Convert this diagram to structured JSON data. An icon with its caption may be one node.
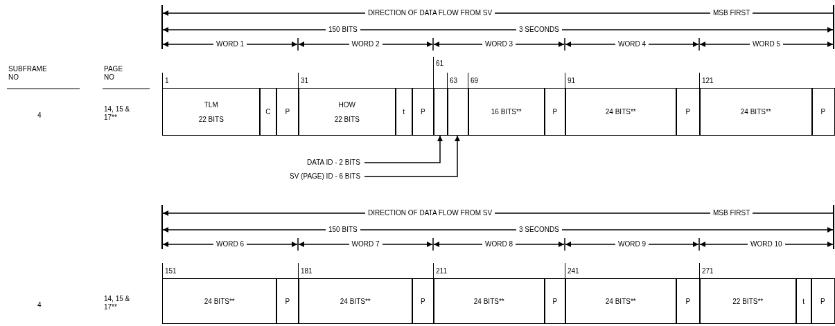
{
  "diagram": {
    "nodes": [
      {
        "text": [
          "TLM",
          "22 BITS"
        ],
        "beside": [
          "1"
        ]
      },
      {
        "text": [
          "C"
        ]
      },
      {
        "text": [
          "P"
        ]
      },
      {
        "text": [
          "HOW",
          "22 BITS"
        ],
        "beside": [
          "31"
        ]
      },
      {
        "text": [
          "t"
        ]
      },
      {
        "text": [
          "P"
        ]
      },
      {
        "text": [],
        "shape": "box",
        "beside": [
          "61"
        ]
      },
      {
        "text": [],
        "shape": "box",
        "beside": [
          "63"
        ]
      },
      {
        "text": [
          "16 BITS**"
        ],
        "beside": [
          "69"
        ]
      },
      {
        "text": [
          "P"
        ]
      },
      {
        "text": [
          "24 BITS**"
        ],
        "beside": [
          "91"
        ]
      },
      {
        "text": [
          "P"
        ]
      },
      {
        "text": [
          "24 BITS**"
        ],
        "beside": [
          "121"
        ]
      },
      {
        "text": [
          "P"
        ]
      },
      {
        "text": [
          "DATA ID - 2 BITS"
        ]
      },
      {
        "text": [
          "SV (PAGE) ID - 6 BITS"
        ]
      },
      {
        "text": [
          "24 BITS**"
        ],
        "beside": [
          "151"
        ]
      },
      {
        "text": [
          "P"
        ]
      },
      {
        "text": [
          "24 BITS**"
        ],
        "beside": [
          "181"
        ]
      },
      {
        "text": [
          "P"
        ]
      },
      {
        "text": [
          "24 BITS**"
        ],
        "beside": [
          "211"
        ]
      },
      {
        "text": [
          "P"
        ]
      },
      {
        "text": [
          "24 BITS**"
        ],
        "beside": [
          "241"
        ]
      },
      {
        "text": [
          "P"
        ]
      },
      {
        "text": [
          "22 BITS**"
        ],
        "beside": [
          "271"
        ]
      },
      {
        "text": [
          "t"
        ]
      },
      {
        "text": [
          "P"
        ]
      }
    ],
    "edges": [
      {
        "from": 14,
        "to": 6,
        "arrow": "to"
      },
      {
        "from": 15,
        "to": 7,
        "arrow": "to"
      }
    ],
    "labels": [
      "DIRECTION OF DATA FLOW FROM SV",
      "MSB FIRST",
      "150 BITS",
      "3 SECONDS",
      "WORD 1",
      "WORD 2",
      "WORD 3",
      "WORD 4",
      "WORD 5",
      "SUBFRAME NO",
      "PAGE NO",
      "4",
      "14, 15 & 17**",
      "DIRECTION OF DATA FLOW FROM SV",
      "MSB FIRST",
      "150 BITS",
      "3 SECONDS",
      "WORD 6",
      "WORD 7",
      "WORD 8",
      "WORD 9",
      "WORD 10",
      "4",
      "14, 15 & 17**"
    ]
  }
}
